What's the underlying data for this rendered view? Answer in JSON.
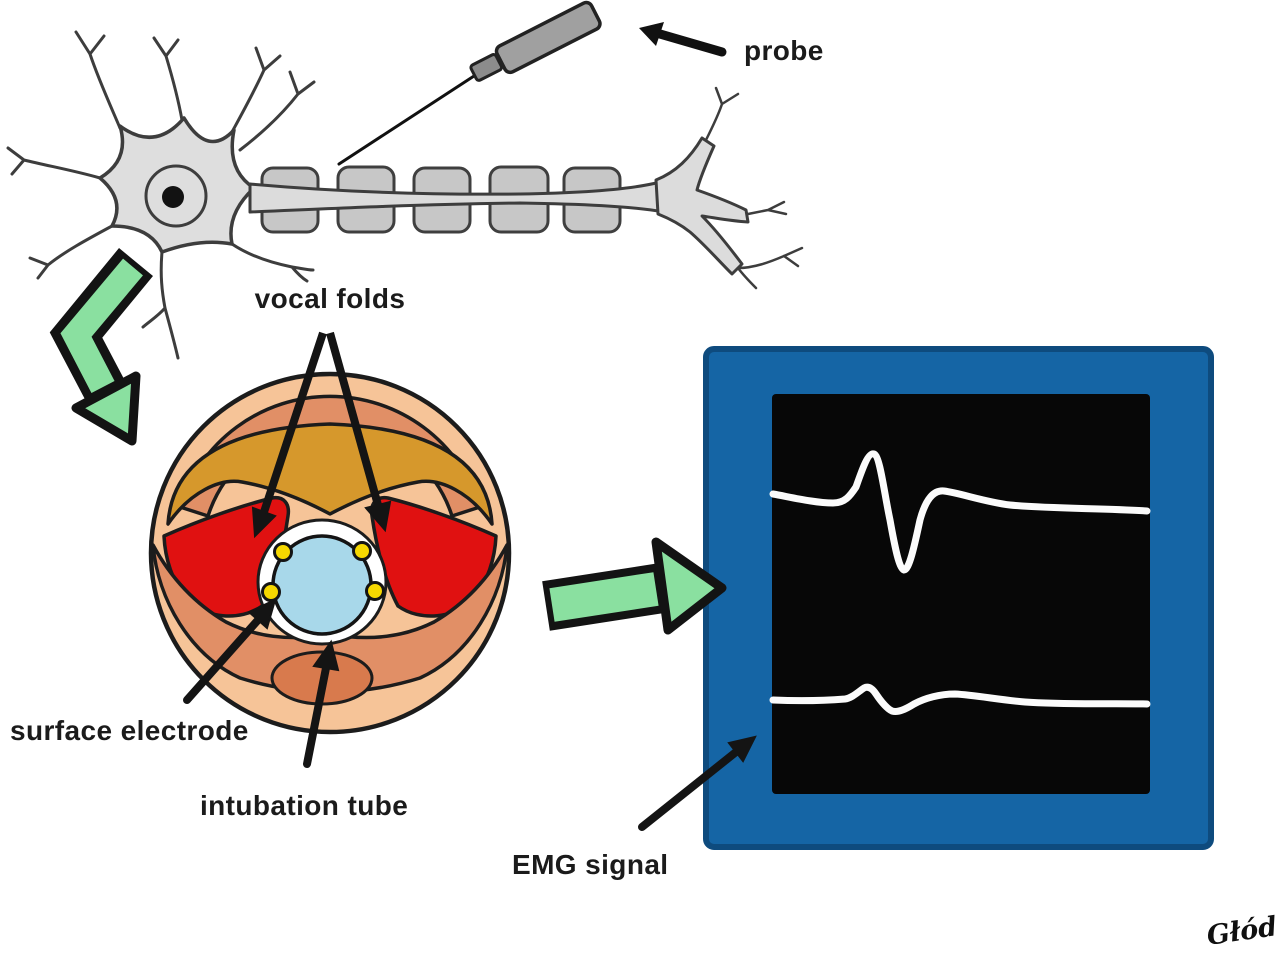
{
  "labels": {
    "probe": "probe",
    "vocal_folds": "vocal folds",
    "surface_electrode": "surface electrode",
    "intubation_tube": "intubation tube",
    "emg_signal": "EMG signal"
  },
  "signature": "Głód",
  "components": {
    "neuron": {
      "myelin_segment_count": 5
    },
    "larynx": {
      "electrode_count": 4,
      "electrode_dot_color": "#f6d800"
    },
    "monitor": {
      "trace_count": 2,
      "traces": [
        {
          "name": "upper-trace",
          "shape": "flat baseline, small rise then large downward biphasic spike, returns to baseline"
        },
        {
          "name": "lower-trace",
          "shape": "flat baseline with one small bump and shallow dip"
        }
      ]
    },
    "flow_arrows": [
      {
        "from": "neuron",
        "to": "larynx-cross-section",
        "color": "#8ae0a0"
      },
      {
        "from": "larynx-cross-section",
        "to": "emg-monitor",
        "color": "#8ae0a0"
      }
    ],
    "annotation_arrows": [
      {
        "label": "probe",
        "points_to": "needle probe"
      },
      {
        "label": "vocal folds",
        "points_to": "left red muscle"
      },
      {
        "label": "vocal folds",
        "points_to": "right red muscle"
      },
      {
        "label": "surface electrode",
        "points_to": "yellow electrode on tube"
      },
      {
        "label": "intubation tube",
        "points_to": "light blue tube"
      },
      {
        "label": "EMG signal",
        "points_to": "monitor frame"
      }
    ]
  },
  "colors": {
    "flow_arrow_green": "#8ae0a0",
    "monitor_frame_blue": "#1565a5",
    "monitor_frame_edge": "#0e4b7e",
    "screen_black": "#070707",
    "trace_white": "#fbfbfb",
    "skin_outer_peach": "#f6c498",
    "cartilage_salmon": "#e18f66",
    "thyroid_amber": "#d6982c",
    "muscle_red": "#e01111",
    "tube_blue": "#a8d8ea",
    "electrode_yellow": "#f6d800",
    "mound_salmon_dark": "#d87a4d",
    "neuron_body_gray": "#dedede",
    "myelin_gray": "#c7c7c7",
    "outline_black": "#1c1c1c"
  }
}
